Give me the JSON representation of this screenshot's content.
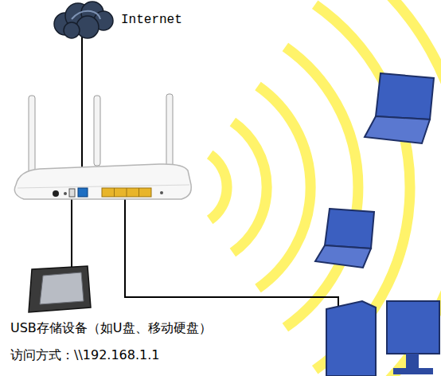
{
  "diagram": {
    "nodes": [
      {
        "text": [
          "Internet"
        ]
      },
      {
        "text": [
          "USB存储设备（如U盘、移动硬盘）",
          "访问方式：\\\\192.168.1.1"
        ]
      }
    ]
  }
}
